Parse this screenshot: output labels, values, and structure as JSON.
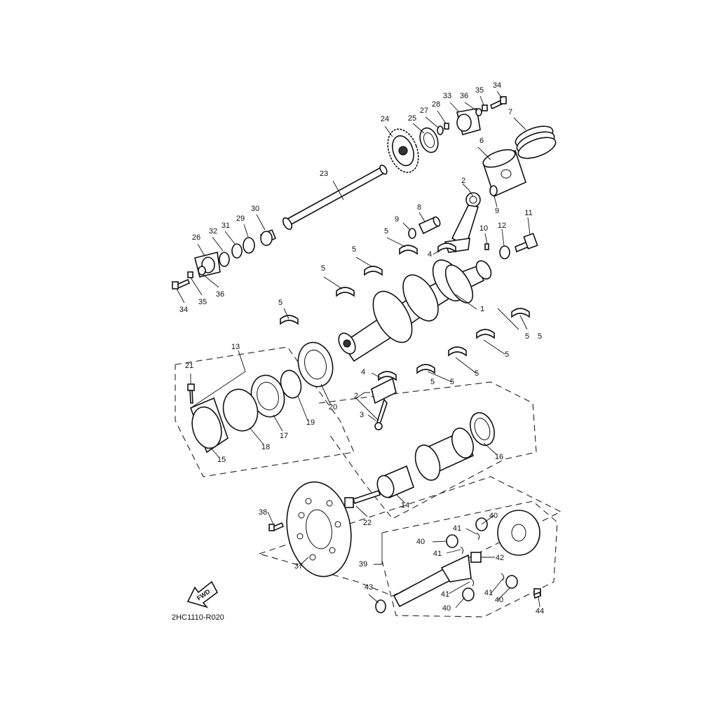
{
  "diagram_code": "2HC1110-R020",
  "fwd_label": "FWD",
  "callouts": {
    "c1": "1",
    "c2a": "2",
    "c2b": "2",
    "c3": "3",
    "c4a": "4",
    "c4b": "4",
    "c5a": "5",
    "c5b": "5",
    "c5c": "5",
    "c5d": "5",
    "c5e": "5",
    "c5f": "5",
    "c5g": "5",
    "c5h": "5",
    "c5i": "5",
    "c5j": "5",
    "c6": "6",
    "c7": "7",
    "c8": "8",
    "c9a": "9",
    "c9b": "9",
    "c10": "10",
    "c11": "11",
    "c12": "12",
    "c13": "13",
    "c14": "14",
    "c15": "15",
    "c16": "16",
    "c17": "17",
    "c18": "18",
    "c19": "19",
    "c20": "20",
    "c21": "21",
    "c22": "22",
    "c23": "23",
    "c24": "24",
    "c25": "25",
    "c26": "26",
    "c27": "27",
    "c28": "28",
    "c29": "29",
    "c30": "30",
    "c31": "31",
    "c32": "32",
    "c33": "33",
    "c34a": "34",
    "c34b": "34",
    "c35a": "35",
    "c35b": "35",
    "c36a": "36",
    "c36b": "36",
    "c37": "37",
    "c38": "38",
    "c39": "39",
    "c40a": "40",
    "c40b": "40",
    "c40c": "40",
    "c40d": "40",
    "c41a": "41",
    "c41b": "41",
    "c41c": "41",
    "c41d": "41",
    "c42": "42",
    "c43": "43",
    "c44": "44"
  }
}
